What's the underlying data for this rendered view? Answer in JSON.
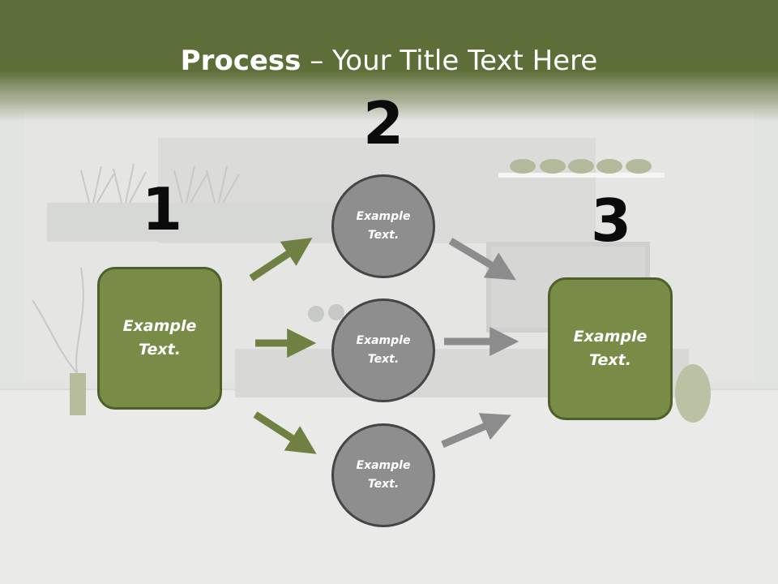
{
  "title": {
    "bold": "Process",
    "dash": " – ",
    "rest": "Your Title Text Here"
  },
  "steps": [
    {
      "number": "1",
      "text": "Example Text."
    },
    {
      "number": "2",
      "text": ""
    },
    {
      "number": "3",
      "text": "Example Text."
    }
  ],
  "circles": [
    {
      "text": "Example Text."
    },
    {
      "text": "Example Text."
    },
    {
      "text": "Example Text."
    }
  ],
  "colors": {
    "header": "#5e6e38",
    "box_fill": "#7a8b48",
    "box_border": "#4e5f2a",
    "circle_fill": "#8e8e8e",
    "circle_border": "#454545",
    "arrow_green": "#6f8042",
    "arrow_gray": "#8c8c8c"
  }
}
